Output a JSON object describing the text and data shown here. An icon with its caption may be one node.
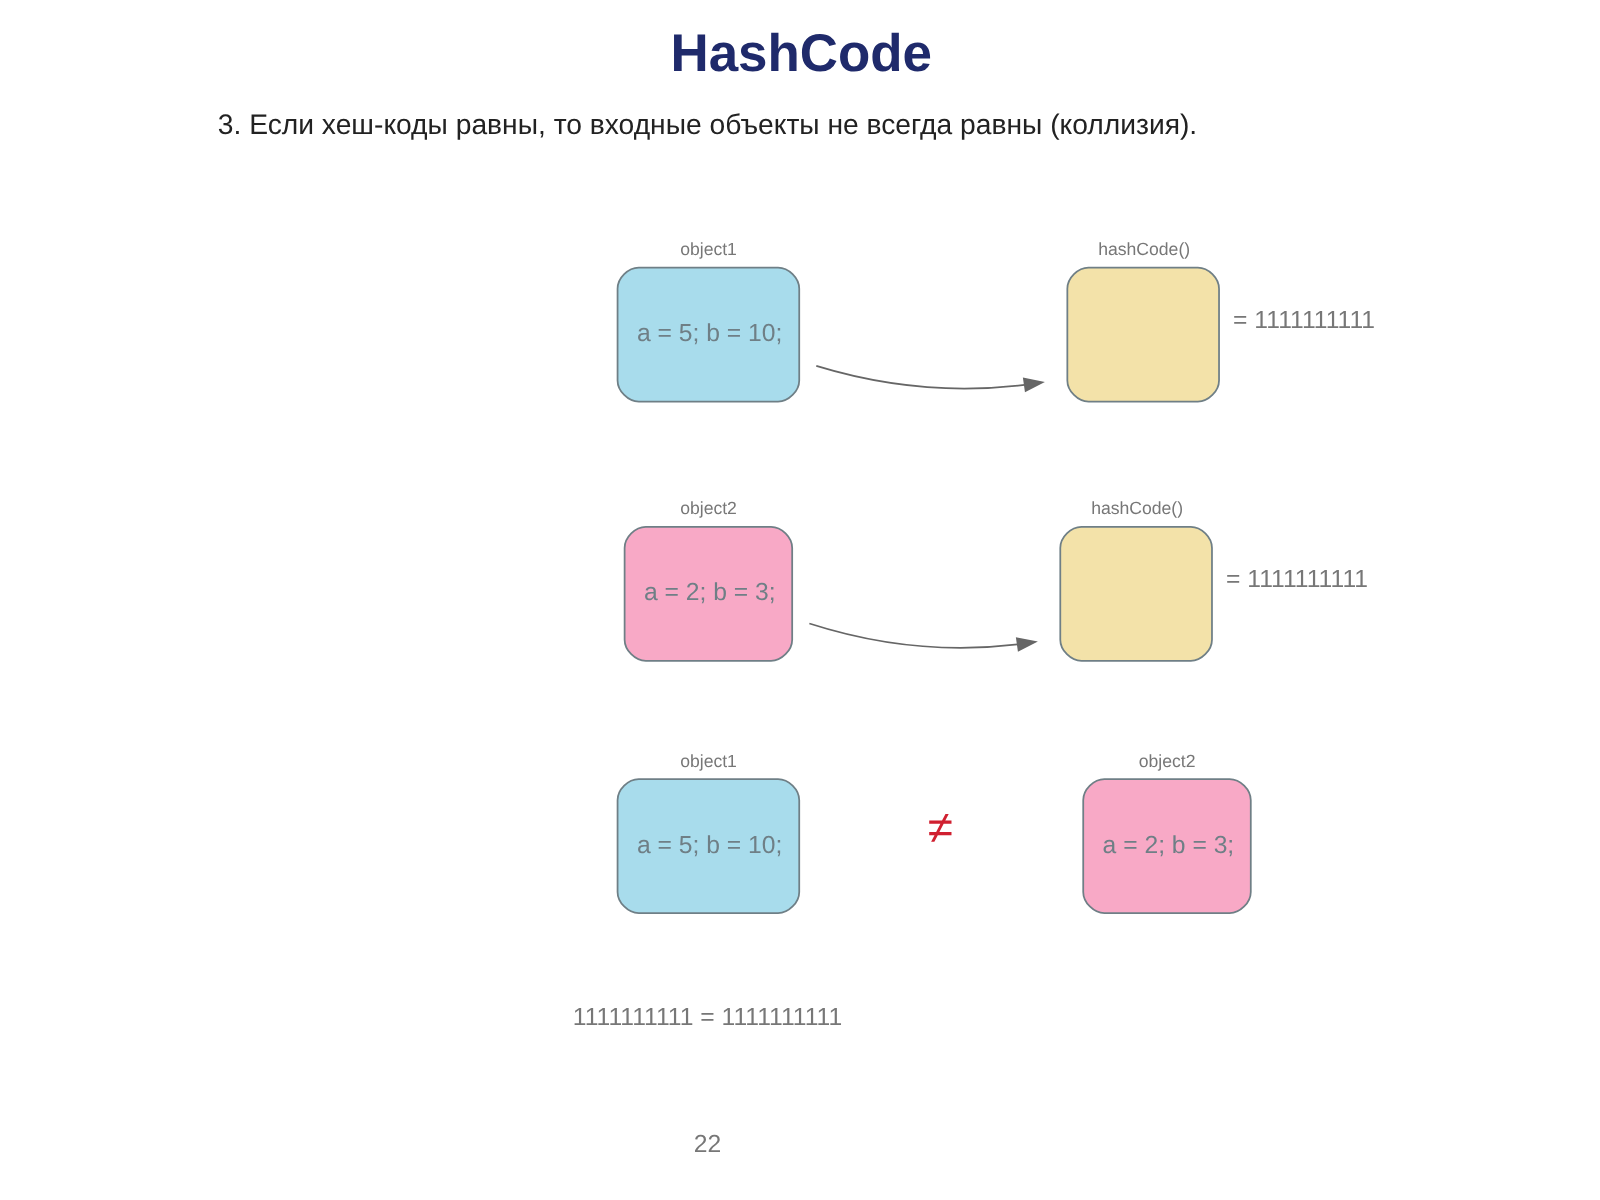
{
  "diagram": {
    "title": "HashCode",
    "nodes": [
      {
        "text": [
          "object1",
          "a = 5; b = 10;"
        ]
      },
      {
        "text": [
          "hashCode()"
        ],
        "beside": [
          "= 1111111111"
        ]
      },
      {
        "text": [
          "object2",
          "a = 2; b = 3;"
        ]
      },
      {
        "text": [
          "hashCode()"
        ],
        "beside": [
          "= 1111111111"
        ]
      },
      {
        "text": [
          "object1",
          "a = 5; b = 10;"
        ]
      },
      {
        "text": [
          "object2",
          "a = 2; b = 3;"
        ]
      }
    ],
    "edges": [
      {
        "from": 0,
        "to": 1,
        "arrow": "to"
      },
      {
        "from": 2,
        "to": 3,
        "arrow": "to"
      }
    ],
    "labels": [
      "3. Если хеш-коды равны, то входные объекты не всегда равны (коллизия).",
      "≠",
      "1111111111 = 1111111111",
      "22"
    ]
  }
}
